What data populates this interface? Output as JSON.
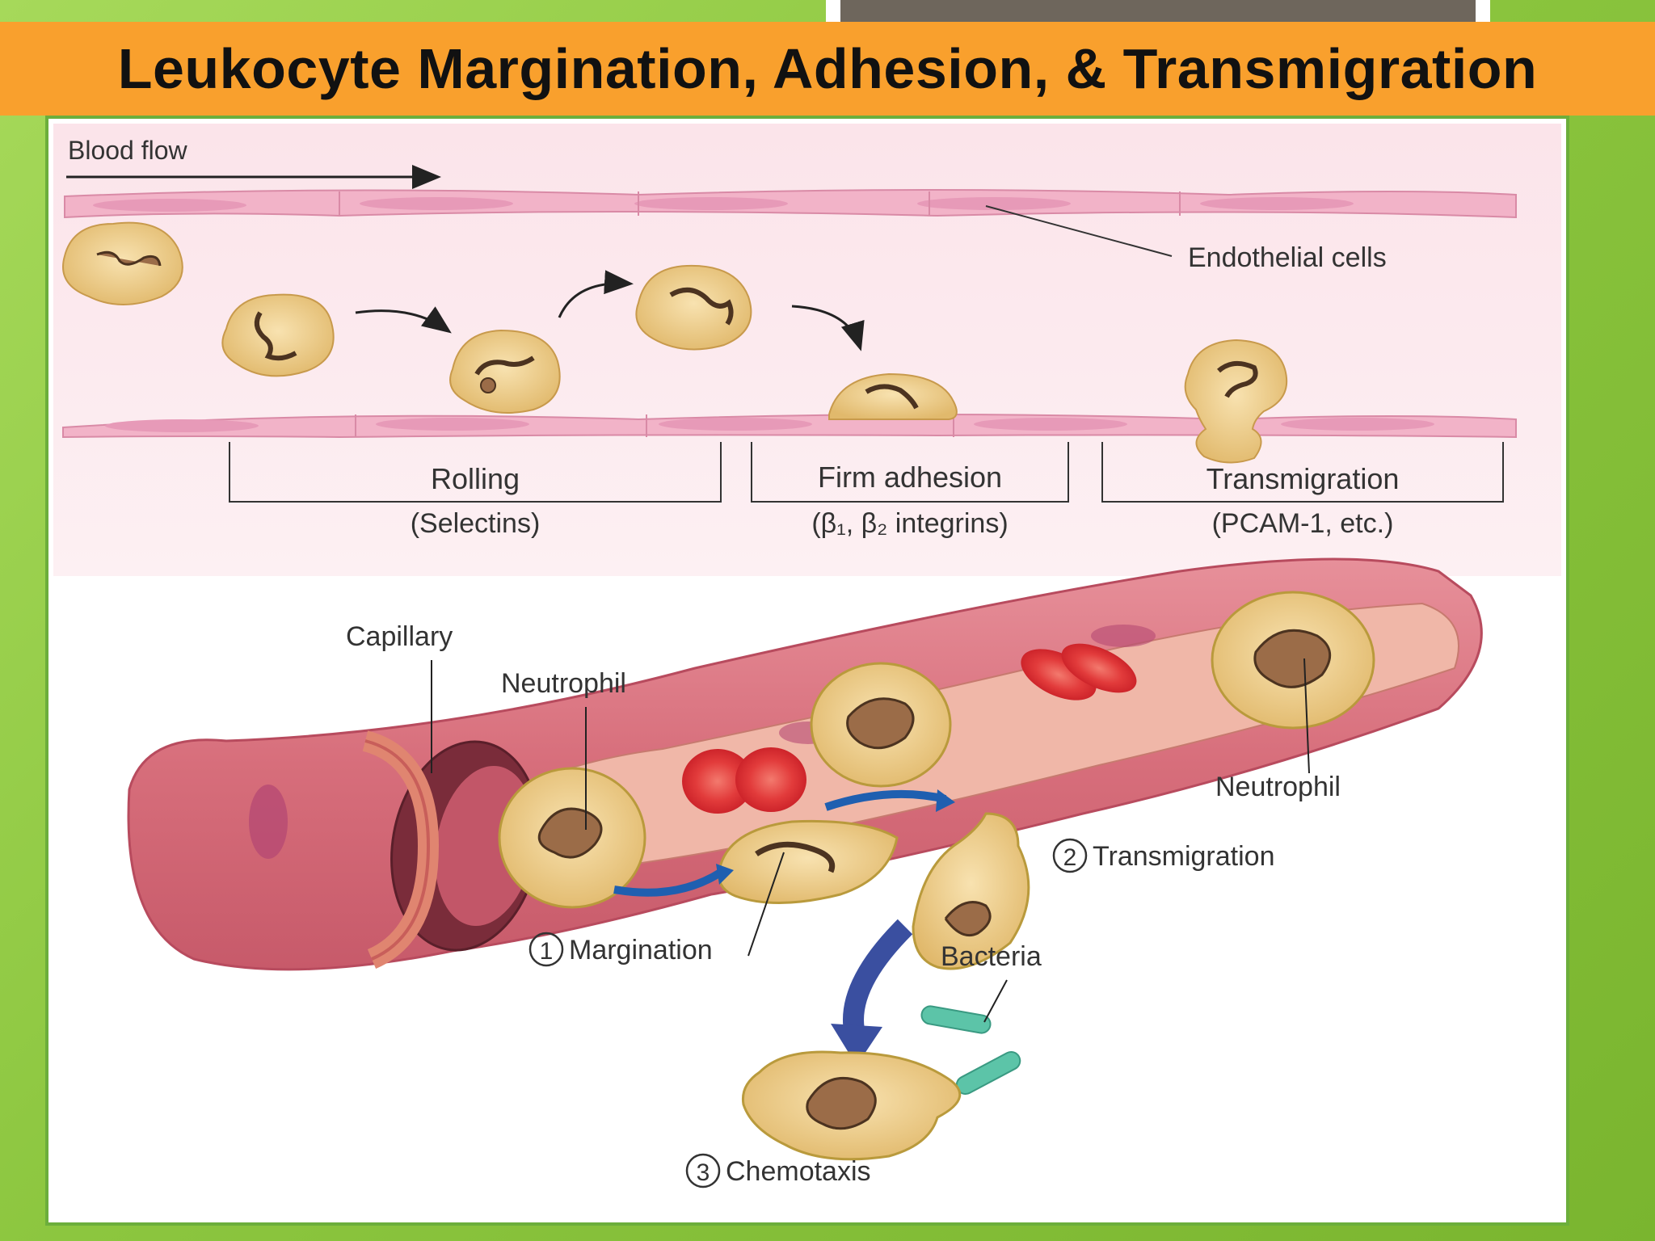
{
  "slide": {
    "title": "Leukocyte Margination, Adhesion, & Transmigration"
  },
  "upper_panel": {
    "blood_flow_label": "Blood flow",
    "endothelial_label": "Endothelial cells",
    "steps": [
      {
        "name": "Rolling",
        "mediator": "(Selectins)"
      },
      {
        "name": "Firm adhesion",
        "mediator": "(β₁, β₂ integrins)"
      },
      {
        "name": "Transmigration",
        "mediator": "(PCAM-1, etc.)"
      }
    ]
  },
  "lower_panel": {
    "capillary_label": "Capillary",
    "neutrophil_label_left": "Neutrophil",
    "neutrophil_label_right": "Neutrophil",
    "bacteria_label": "Bacteria",
    "stages": [
      {
        "number": "1",
        "name": "Margination"
      },
      {
        "number": "2",
        "name": "Transmigration"
      },
      {
        "number": "3",
        "name": "Chemotaxis"
      }
    ]
  },
  "colors": {
    "title_band": "#f9a02d",
    "slide_background": "#8cc63f",
    "frame_border": "#6cae3b",
    "endothelium": "#f2b3c8",
    "leukocyte": "#f0cf8a",
    "vessel": "#d9737f",
    "rbc": "#e23b3b",
    "bacteria": "#5cc4a8",
    "arrow_blue": "#1f5fb0"
  }
}
